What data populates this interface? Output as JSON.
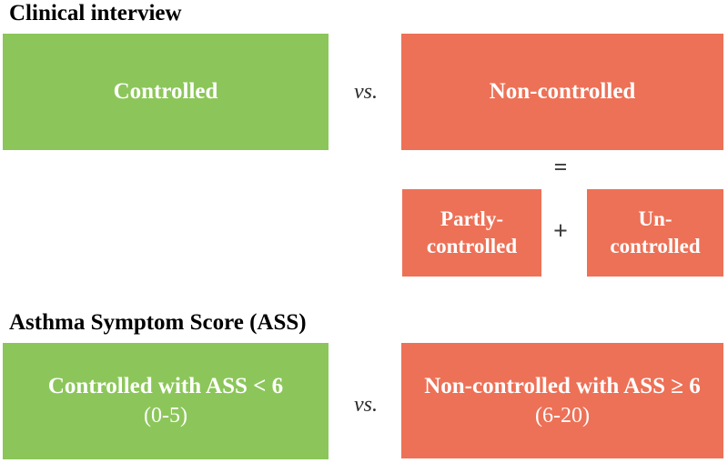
{
  "colors": {
    "green": "#8CC65A",
    "orange": "#ED7157",
    "text_on_box": "#FFFFFF",
    "heading_text": "#000000",
    "operator_text": "#3D3D3D"
  },
  "section_clinical": {
    "heading": "Clinical interview",
    "left_box": {
      "label": "Controlled"
    },
    "vs": "vs.",
    "right_box": {
      "label": "Non-controlled"
    },
    "equals": "=",
    "partly_box": {
      "line1": "Partly-",
      "line2": "controlled"
    },
    "plus": "+",
    "un_box": {
      "line1": "Un-",
      "line2": "controlled"
    }
  },
  "section_ass": {
    "heading": "Asthma Symptom Score (ASS)",
    "left_box": {
      "line1": "Controlled with ASS < 6",
      "line2": "(0-5)"
    },
    "vs": "vs.",
    "right_box": {
      "line1": "Non-controlled with ASS ≥ 6",
      "line2": "(6-20)"
    }
  }
}
